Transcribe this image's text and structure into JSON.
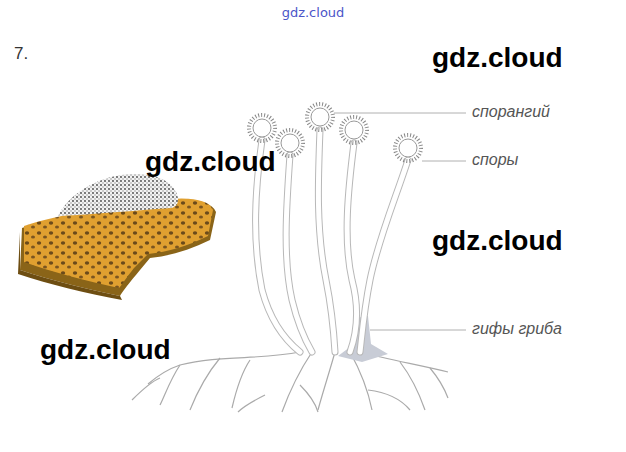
{
  "diagram": {
    "labels": [
      "gdz.cloud",
      "7.",
      "gdz.cloud",
      "спорангий",
      "gdz.cloud",
      "споры",
      "gdz.cloud",
      "гифы гриба",
      "gdz.cloud"
    ]
  }
}
